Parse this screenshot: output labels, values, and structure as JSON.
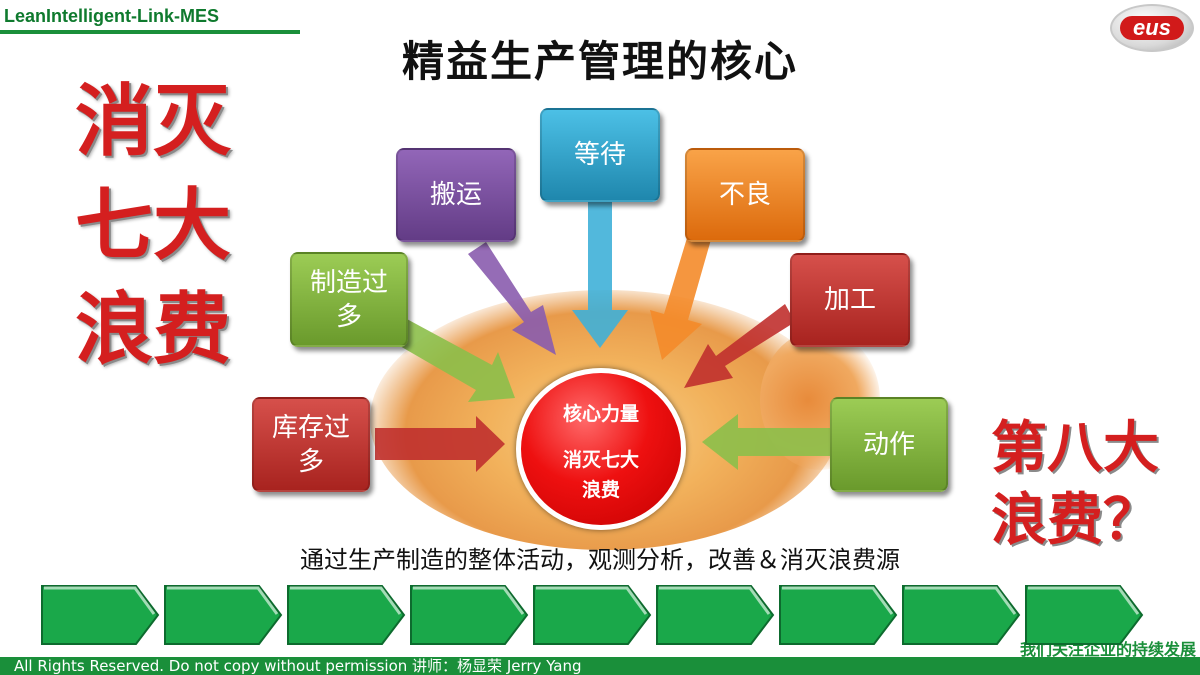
{
  "brand": {
    "name": "LeanIntelligent-Link-MES"
  },
  "logo": {
    "text": "eus"
  },
  "title": "精益生产管理的核心",
  "left_slogan": [
    "消灭",
    "七大",
    "浪费"
  ],
  "right_slogan": [
    "第八大",
    "浪费？"
  ],
  "wastes": [
    {
      "label": "库存过多",
      "color": "#c0302d"
    },
    {
      "label": "制造过多",
      "color": "#7fb33a"
    },
    {
      "label": "搬运",
      "color": "#7a4a9c"
    },
    {
      "label": "等待",
      "color": "#2ba0c9"
    },
    {
      "label": "不良",
      "color": "#f07f1a"
    },
    {
      "label": "加工",
      "color": "#c0302d"
    },
    {
      "label": "动作",
      "color": "#7fb33a"
    }
  ],
  "core": {
    "line1": "核心力量",
    "line2": "消灭七大",
    "line3": "浪费"
  },
  "caption": "通过生产制造的整体活动，观测分析，改善＆消灭浪费源",
  "progress": {
    "steps": 9,
    "color": "#1aa84a"
  },
  "tagline": "我们关注企业的持续发展",
  "footer": "All Rights Reserved.  Do not copy without permission 讲师：杨显荣 Jerry Yang"
}
